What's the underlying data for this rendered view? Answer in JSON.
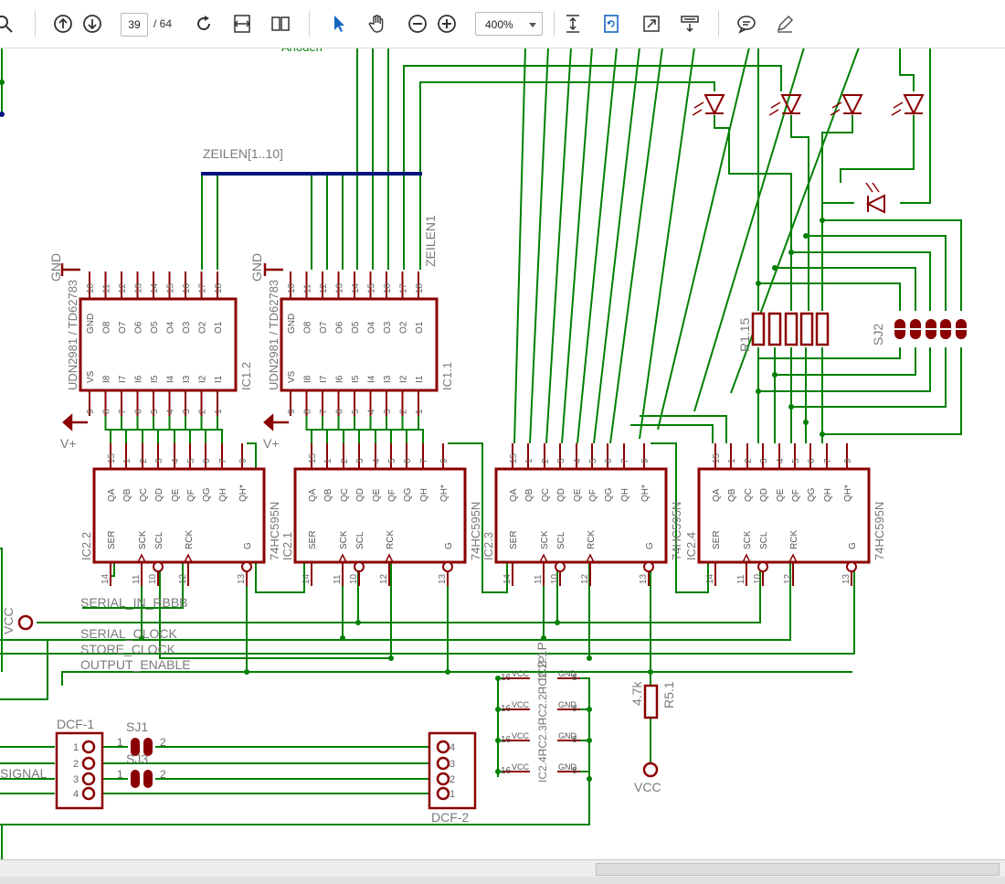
{
  "toolbar": {
    "current_page": "39",
    "page_total": "/ 64",
    "zoom": "400%",
    "tools": [
      "search-icon",
      "page-up-icon",
      "page-down-icon",
      "rotate-icon",
      "fit-width-icon",
      "two-page-icon",
      "select-arrow-icon",
      "hand-tool-icon",
      "zoom-out-icon",
      "zoom-in-icon",
      "page-fit-icon",
      "rotate-page-icon",
      "full-screen-icon",
      "toolbar-icon",
      "comment-icon",
      "highlight-pen-icon"
    ]
  },
  "colors": {
    "wire": "#008000",
    "part": "#8b0000",
    "bus": "#00137f",
    "label": "#7a7a7a"
  },
  "schematic": {
    "labels": {
      "anoden": "Anoden",
      "zeilen_bus": "ZEILEN[1..10]",
      "zeilen1": "ZEILEN1",
      "serial_in": "SERIAL_IN_RBBB",
      "serial_clock": "SERIAL_CLOCK",
      "store_clock": "STORE_CLOCK",
      "output_enable": "OUTPUT_ENABLE",
      "vcc": "VCC",
      "signal": "SIGNAL",
      "vplus": "V+",
      "gnd": "GND",
      "dcf1": "DCF-1",
      "dcf2": "DCF-2",
      "sj1": "SJ1",
      "sj3": "SJ3",
      "sj2": "SJ2",
      "r115": "R1.15",
      "r51": "R5.1",
      "r51_value": "4.7k",
      "ic2p": "IC2.1P",
      "gnd_small": "GND",
      "vcc_small": "VCC"
    },
    "udn_chips": [
      {
        "ref": "IC1.2",
        "type": "UDN2981 / TD62783"
      },
      {
        "ref": "IC1.1",
        "type": "UDN2981 / TD62783"
      }
    ],
    "udn_top_pins": [
      "GND",
      "O8",
      "O7",
      "O6",
      "O5",
      "O4",
      "O3",
      "O2",
      "O1"
    ],
    "udn_top_nums": [
      "10",
      "11",
      "12",
      "13",
      "14",
      "15",
      "16",
      "17",
      "18"
    ],
    "udn_bot_pins": [
      "VS",
      "I8",
      "I7",
      "I6",
      "I5",
      "I4",
      "I3",
      "I2",
      "I1"
    ],
    "udn_bot_nums": [
      "9",
      "8",
      "7",
      "6",
      "5",
      "4",
      "3",
      "2",
      "1"
    ],
    "hc_chips": [
      {
        "ref": "IC2.2",
        "type": "74HC595N"
      },
      {
        "ref": "IC2.1",
        "type": "74HC595N"
      },
      {
        "ref": "IC2.3",
        "type": "74HC595N"
      },
      {
        "ref": "IC2.4",
        "type": "74HC595N"
      }
    ],
    "hc_top_pins": [
      "QA",
      "QB",
      "QC",
      "QD",
      "QE",
      "QF",
      "QG",
      "QH",
      "QH*"
    ],
    "hc_top_nums": [
      "15",
      "1",
      "2",
      "3",
      "4",
      "5",
      "6",
      "7",
      "9"
    ],
    "hc_bot_pins": [
      "SER",
      "SCK",
      "SCL",
      "RCK",
      "G"
    ],
    "hc_bot_nums": [
      "14",
      "11",
      "10",
      "12",
      "13"
    ],
    "dcf1_pins": [
      "1",
      "2",
      "3",
      "4"
    ],
    "dcf2_pins": [
      "4",
      "3",
      "2",
      "1"
    ],
    "jumper_pins": [
      "1",
      "2"
    ],
    "pwr_refs": [
      "IC2.1P",
      "IC2.2P",
      "IC2.3P",
      "IC2.4P"
    ],
    "pwr_nums": [
      "16",
      "8"
    ]
  }
}
